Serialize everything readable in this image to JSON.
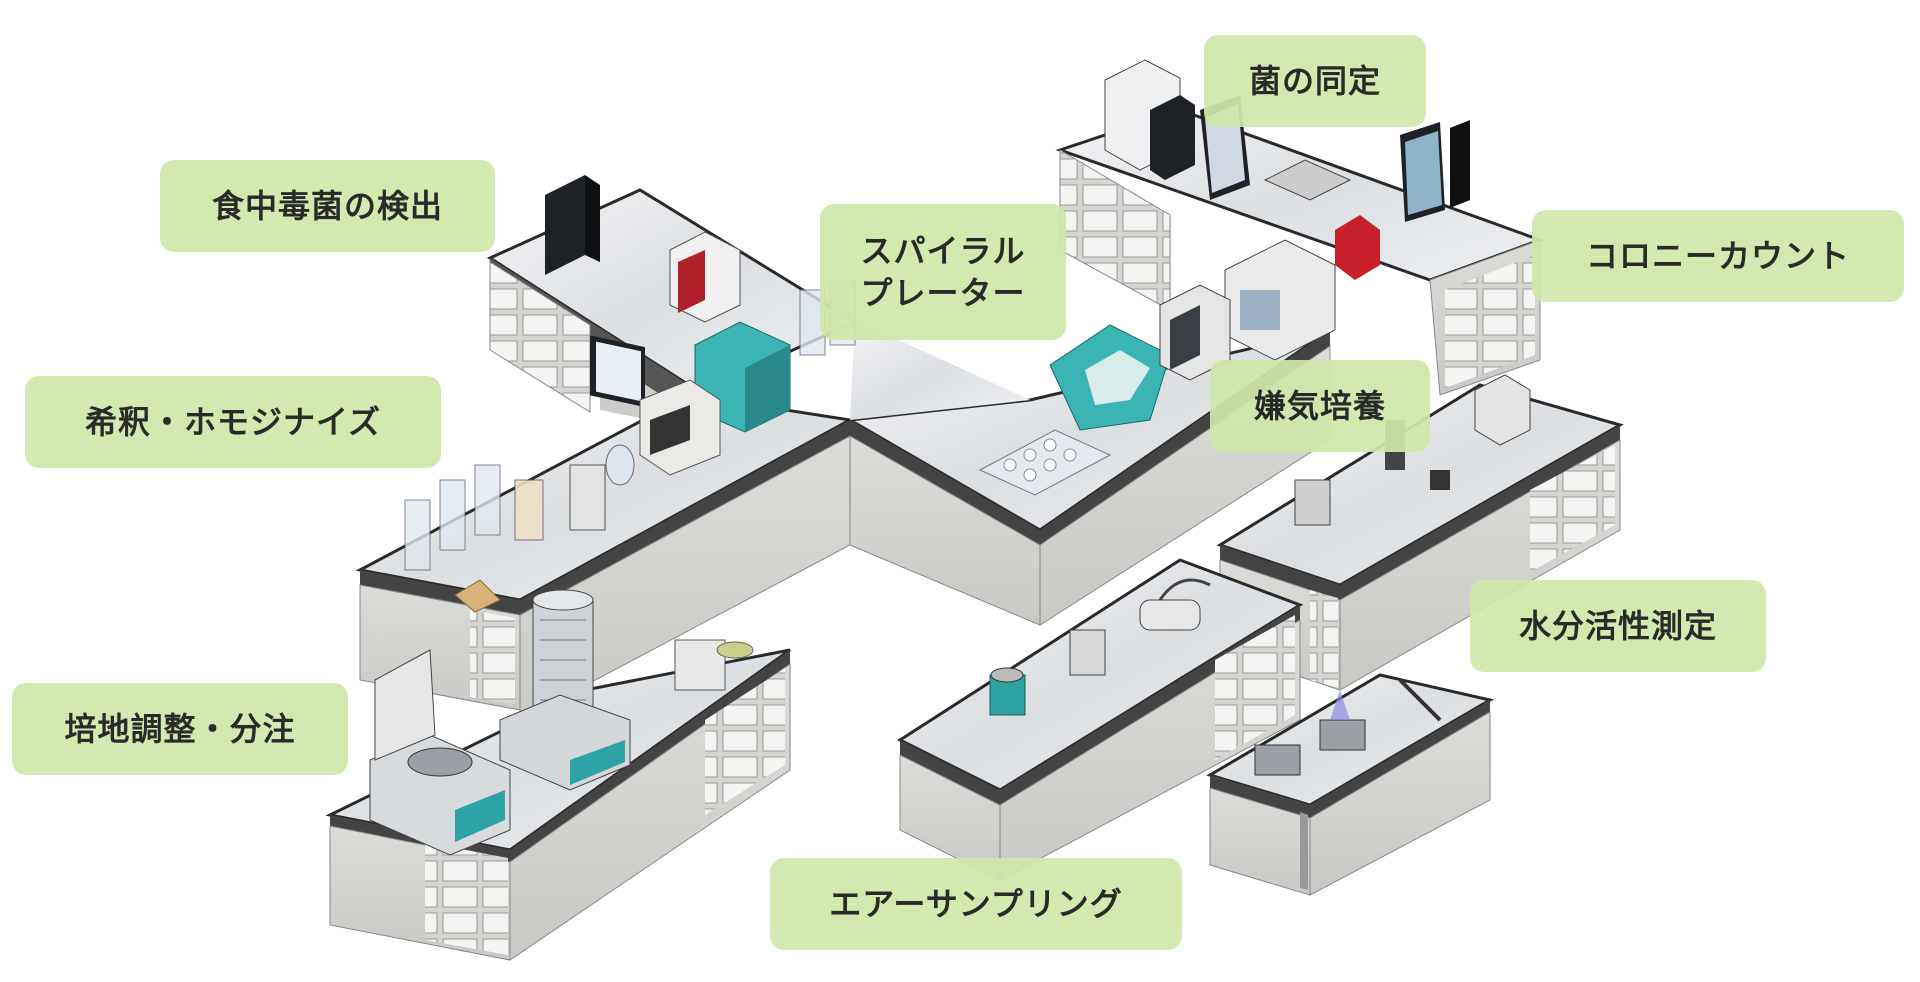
{
  "labels": [
    {
      "text": "食中毒菌の検出"
    },
    {
      "text": "希釈・ホモジナイズ"
    },
    {
      "text": "培地調整・分注"
    },
    {
      "line1": "スパイラル",
      "line2": "プレーター"
    },
    {
      "text": "菌の同定"
    },
    {
      "text": "コロニーカウント"
    },
    {
      "text": "嫌気培養"
    },
    {
      "text": "水分活性測定"
    },
    {
      "text": "エアーサンプリング"
    }
  ],
  "colors": {
    "label_bg": "#cfe8a9",
    "bench_top": "#e6e8ea",
    "bench_front": "#d4d4d2",
    "bench_side": "#bfbfbd",
    "drawer": "#f4f4f2",
    "teal_device": "#3bb4b4",
    "red_device": "#c8202a",
    "monitor": "#1e2226"
  }
}
